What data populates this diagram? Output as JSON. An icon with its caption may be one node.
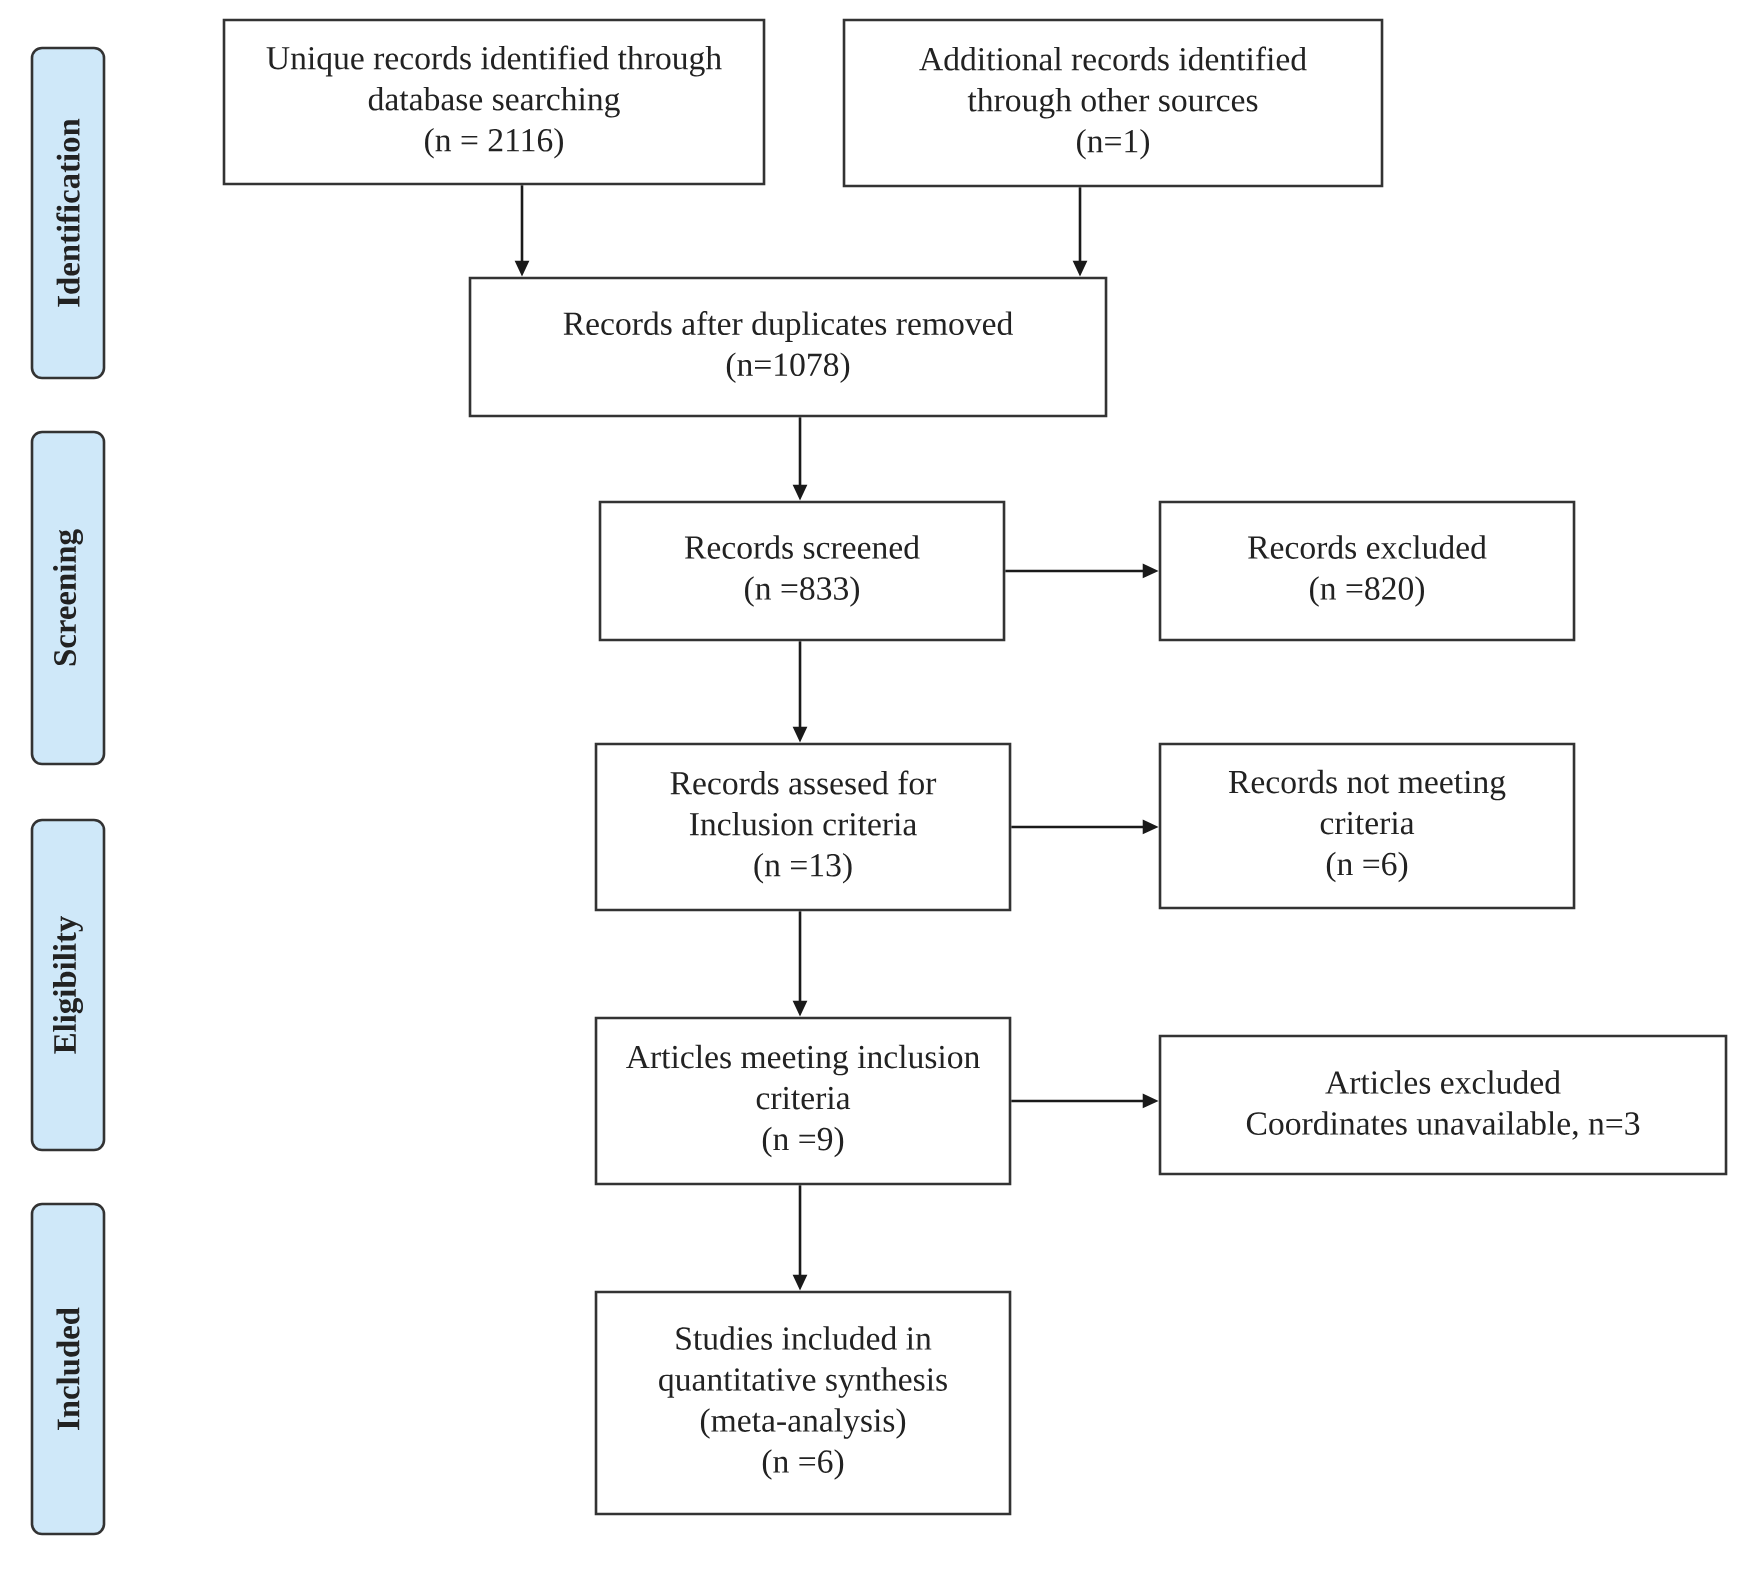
{
  "diagram": {
    "nodes": [
      {
        "text": [
          "Identification"
        ]
      },
      {
        "text": [
          "Screening"
        ]
      },
      {
        "text": [
          "Eligibility"
        ]
      },
      {
        "text": [
          "Included"
        ]
      },
      {
        "text": [
          "Unique records identified through database searching",
          "(n = 2116)"
        ]
      },
      {
        "text": [
          "Additional records identified through other sources",
          "(n=1)"
        ]
      },
      {
        "text": [
          "Records after duplicates removed",
          "(n=1078)"
        ]
      },
      {
        "text": [
          "Records screened",
          "(n =833)"
        ]
      },
      {
        "text": [
          "Records excluded",
          "(n =820)"
        ]
      },
      {
        "text": [
          "Records assesed for Inclusion criteria",
          "(n =13)"
        ]
      },
      {
        "text": [
          "Records not meeting criteria",
          "(n =6)"
        ]
      },
      {
        "text": [
          "Articles meeting inclusion criteria",
          "(n =9)"
        ]
      },
      {
        "text": [
          "Articles excluded",
          "Coordinates unavailable, n=3"
        ]
      },
      {
        "text": [
          "Studies included in quantitative synthesis (meta-analysis)",
          "(n =6)"
        ]
      }
    ],
    "edges": [
      {
        "from": 4,
        "to": 6,
        "arrow": "to"
      },
      {
        "from": 5,
        "to": 6,
        "arrow": "to"
      },
      {
        "from": 6,
        "to": 7,
        "arrow": "to"
      },
      {
        "from": 7,
        "to": 8,
        "arrow": "to"
      },
      {
        "from": 7,
        "to": 9,
        "arrow": "to"
      },
      {
        "from": 9,
        "to": 10,
        "arrow": "to"
      },
      {
        "from": 9,
        "to": 11,
        "arrow": "to"
      },
      {
        "from": 11,
        "to": 12,
        "arrow": "to"
      },
      {
        "from": 11,
        "to": 13,
        "arrow": "to"
      }
    ]
  }
}
